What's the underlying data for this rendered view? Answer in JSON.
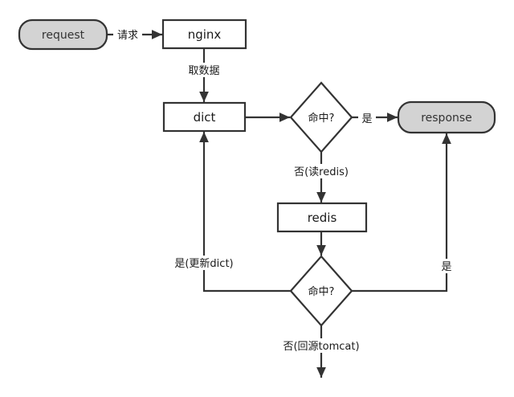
{
  "diagram": {
    "colors": {
      "stroke": "#333333",
      "terminal_fill": "#d3d3d3",
      "process_fill": "#ffffff",
      "background": "#ffffff"
    },
    "nodes": {
      "request": {
        "label": "request",
        "shape": "terminal"
      },
      "nginx": {
        "label": "nginx",
        "shape": "process"
      },
      "dict": {
        "label": "dict",
        "shape": "process"
      },
      "decision1": {
        "label": "命中?",
        "shape": "decision"
      },
      "response": {
        "label": "response",
        "shape": "terminal"
      },
      "redis": {
        "label": "redis",
        "shape": "process"
      },
      "decision2": {
        "label": "命中?",
        "shape": "decision"
      }
    },
    "edges": {
      "request_nginx": {
        "from": "request",
        "to": "nginx",
        "label": "请求"
      },
      "nginx_dict": {
        "from": "nginx",
        "to": "dict",
        "label": "取数据"
      },
      "dict_decision1": {
        "from": "dict",
        "to": "decision1",
        "label": ""
      },
      "decision1_response": {
        "from": "decision1",
        "to": "response",
        "label": "是"
      },
      "decision1_redis": {
        "from": "decision1",
        "to": "redis",
        "label": "否(读redis)"
      },
      "redis_decision2": {
        "from": "redis",
        "to": "decision2",
        "label": ""
      },
      "decision2_dict": {
        "from": "decision2",
        "to": "dict",
        "label": "是(更新dict)"
      },
      "decision2_response": {
        "from": "decision2",
        "to": "response",
        "label": "是"
      },
      "decision2_out": {
        "from": "decision2",
        "to": "",
        "label": "否(回源tomcat)"
      }
    }
  }
}
